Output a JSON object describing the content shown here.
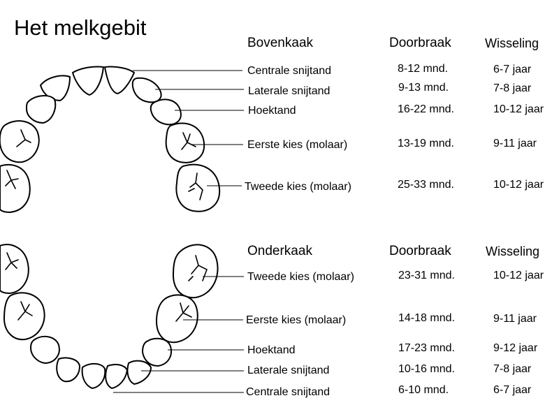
{
  "title": "Het melkgebit",
  "upper": {
    "header": {
      "jaw": "Bovenkaak",
      "erupt": "Doorbraak",
      "shed": "Wisseling"
    },
    "teeth": [
      {
        "name": "Centrale snijtand",
        "erupt": "8-12 mnd.",
        "shed": "6-7 jaar"
      },
      {
        "name": "Laterale snijtand",
        "erupt": "9-13 mnd.",
        "shed": "7-8 jaar"
      },
      {
        "name": "Hoektand",
        "erupt": "16-22 mnd.",
        "shed": "10-12 jaar"
      },
      {
        "name": "Eerste kies (molaar)",
        "erupt": "13-19 mnd.",
        "shed": "9-11 jaar"
      },
      {
        "name": "Tweede kies (molaar)",
        "erupt": "25-33 mnd.",
        "shed": "10-12 jaar"
      }
    ]
  },
  "lower": {
    "header": {
      "jaw": "Onderkaak",
      "erupt": "Doorbraak",
      "shed": "Wisseling"
    },
    "teeth": [
      {
        "name": "Tweede kies (molaar)",
        "erupt": "23-31 mnd.",
        "shed": "10-12 jaar"
      },
      {
        "name": "Eerste kies (molaar)",
        "erupt": "14-18 mnd.",
        "shed": "9-11 jaar"
      },
      {
        "name": "Hoektand",
        "erupt": "17-23 mnd.",
        "shed": "9-12 jaar"
      },
      {
        "name": "Laterale snijtand",
        "erupt": "10-16 mnd.",
        "shed": "7-8 jaar"
      },
      {
        "name": "Centrale snijtand",
        "erupt": "6-10 mnd.",
        "shed": "6-7 jaar"
      }
    ]
  }
}
